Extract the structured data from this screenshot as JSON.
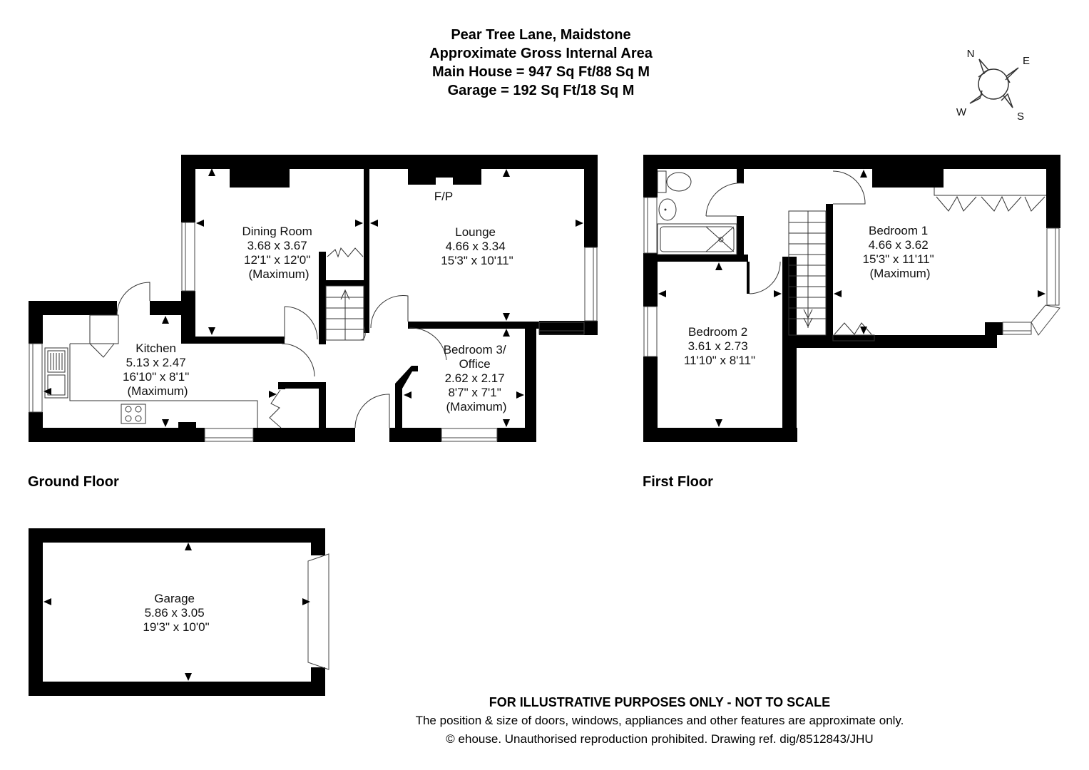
{
  "header": {
    "title": "Pear Tree Lane, Maidstone",
    "subtitle": "Approximate Gross Internal Area",
    "main_house_area": "Main House = 947 Sq Ft/88 Sq M",
    "garage_area": "Garage = 192 Sq Ft/18 Sq M"
  },
  "compass": {
    "n": "N",
    "e": "E",
    "s": "S",
    "w": "W"
  },
  "floors": {
    "ground": {
      "label": "Ground Floor"
    },
    "first": {
      "label": "First Floor"
    }
  },
  "rooms": {
    "dining": {
      "name": "Dining Room",
      "metric": "3.68 x 3.67",
      "imperial": "12'1\" x 12'0\"",
      "note": "(Maximum)"
    },
    "lounge": {
      "name": "Lounge",
      "metric": "4.66 x 3.34",
      "imperial": "15'3\" x 10'11\"",
      "fireplace": "F/P"
    },
    "kitchen": {
      "name": "Kitchen",
      "metric": "5.13 x 2.47",
      "imperial": "16'10\" x 8'1\"",
      "note": "(Maximum)"
    },
    "bedroom3": {
      "name_line1": "Bedroom 3/",
      "name_line2": "Office",
      "metric": "2.62 x 2.17",
      "imperial": "8'7\" x 7'1\"",
      "note": "(Maximum)"
    },
    "bedroom2": {
      "name": "Bedroom 2",
      "metric": "3.61 x 2.73",
      "imperial": "11'10\" x 8'11\""
    },
    "bedroom1": {
      "name": "Bedroom 1",
      "metric": "4.66 x 3.62",
      "imperial": "15'3\" x 11'11\"",
      "note": "(Maximum)"
    },
    "garage": {
      "name": "Garage",
      "metric": "5.86 x 3.05",
      "imperial": "19'3\" x 10'0\""
    }
  },
  "footer": {
    "disclaimer": "FOR ILLUSTRATIVE PURPOSES ONLY - NOT TO SCALE",
    "note": "The position & size of doors, windows, appliances and other features are approximate only.",
    "copyright": "© ehouse. Unauthorised reproduction prohibited. Drawing ref. dig/8512843/JHU"
  },
  "colors": {
    "wall": "#000000",
    "background": "#ffffff",
    "line": "#333333"
  }
}
